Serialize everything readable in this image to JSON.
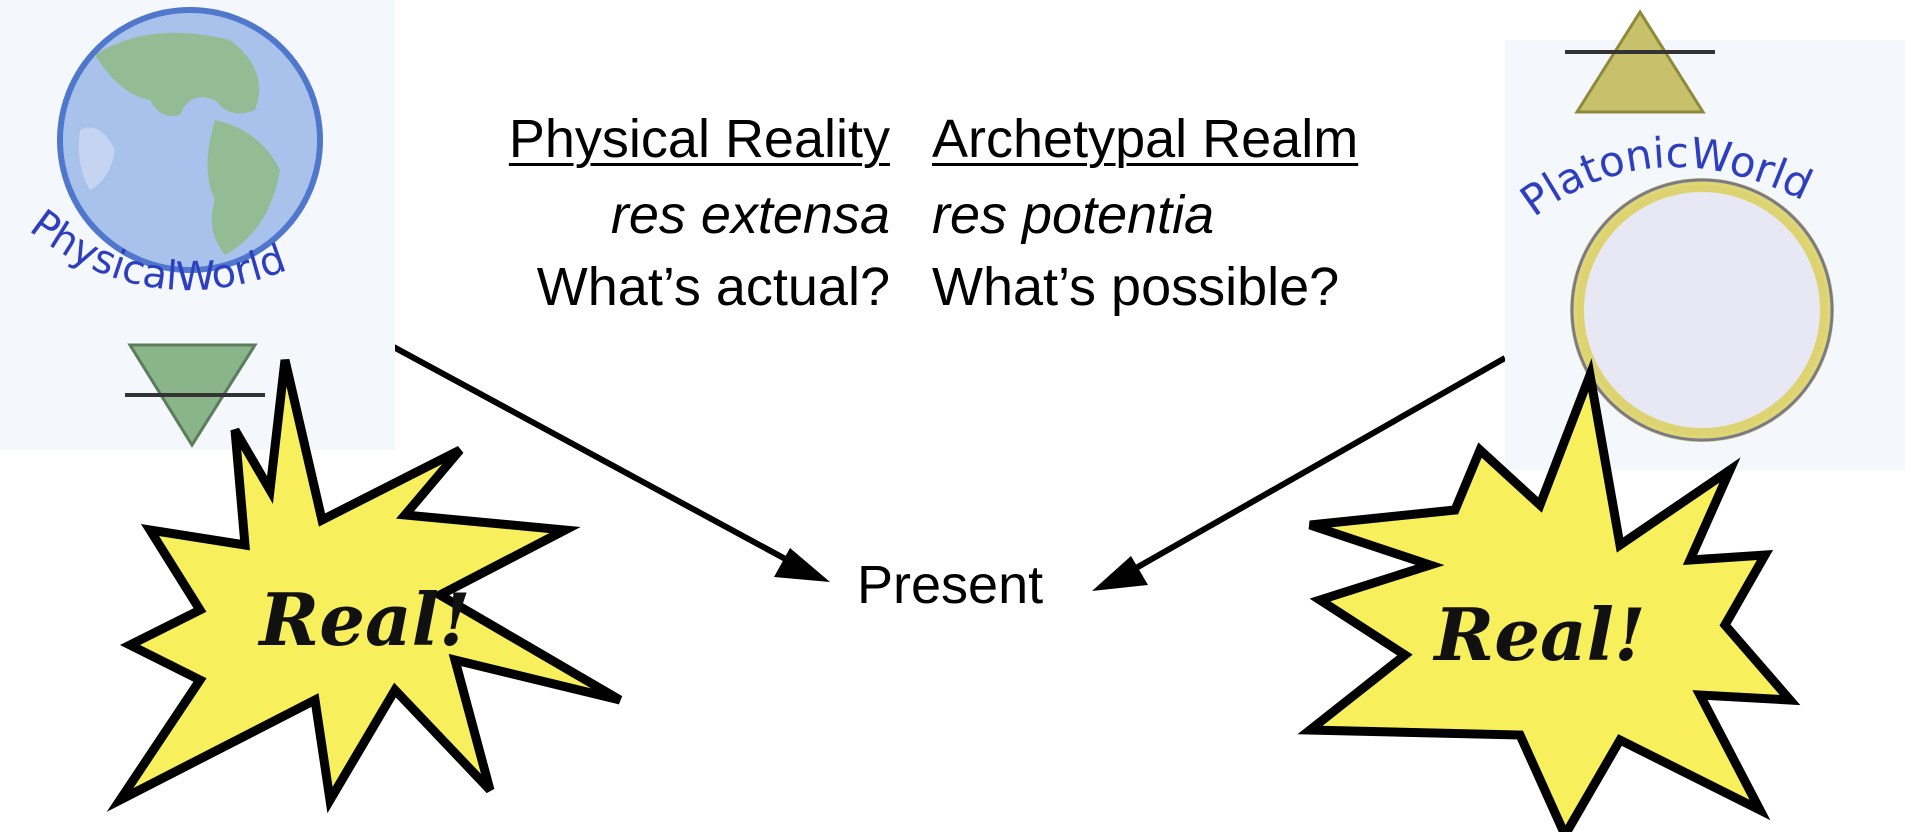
{
  "physical": {
    "heading": "Physical Reality",
    "latin": "res extensa",
    "question": "What’s actual?",
    "world_label": "PhysicalWorld",
    "icon": "earth-globe-icon"
  },
  "archetypal": {
    "heading": "Archetypal Realm",
    "latin": "res potentia",
    "question": "What’s possible?",
    "world_label": "PlatonicWorld",
    "icon": "light-sphere-icon"
  },
  "center": {
    "label": "Present"
  },
  "burst_left": {
    "label": "Real!"
  },
  "burst_right": {
    "label": "Real!"
  },
  "colors": {
    "earth_blue": "#5d86d6",
    "earth_green": "#7fae74",
    "sphere_yellow": "#e3d96a",
    "sphere_fill": "#e7e7f4",
    "burst_yellow": "#f8ef5c",
    "triangle_green": "#8ab48a",
    "triangle_yellow": "#c8c06a"
  }
}
